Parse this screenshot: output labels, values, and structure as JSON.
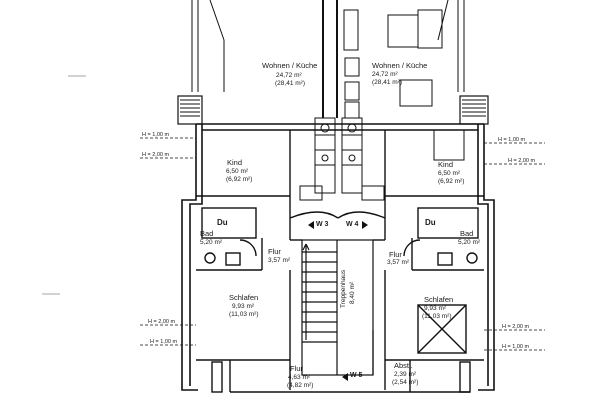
{
  "rooms": {
    "wohnen_left": {
      "name": "Wohnen / Küche",
      "area": "24,72 m²",
      "area2": "(28,41 m²)"
    },
    "wohnen_right": {
      "name": "Wohnen / Küche",
      "area": "24,72 m²",
      "area2": "(28,41 m²)"
    },
    "kind_left": {
      "name": "Kind",
      "area": "6,50 m²",
      "area2": "(6,92 m²)"
    },
    "kind_right": {
      "name": "Kind",
      "area": "6,50 m²",
      "area2": "(6,92 m²)"
    },
    "du_left": "Du",
    "du_right": "Du",
    "bad_left": {
      "name": "Bad",
      "area": "5,20 m²"
    },
    "bad_right": {
      "name": "Bad",
      "area": "5,20 m²"
    },
    "flur_left": {
      "name": "Flur",
      "area": "3,57 m²"
    },
    "flur_right": {
      "name": "Flur",
      "area": "3,57 m²"
    },
    "schlafen_left": {
      "name": "Schlafen",
      "area": "9,93 m²",
      "area2": "(11,03 m²)"
    },
    "schlafen_right": {
      "name": "Schlafen",
      "area": "9,93 m²",
      "area2": "(11,03 m²)"
    },
    "flur_bottom": {
      "name": "Flur",
      "area": "4,63 m²",
      "area2": "(4,82 m²)"
    },
    "abstl": {
      "name": "Abstl.",
      "area": "2,39 m²",
      "area2": "(2,54 m²)"
    },
    "treppenhaus": {
      "name": "Treppenhaus",
      "area": "8,40 m²"
    }
  },
  "units": {
    "w3": "W 3",
    "w4": "W 4",
    "w5": "W 5"
  },
  "levels": {
    "h100": "H = 1,00 m",
    "h200": "H = 2,00 m"
  }
}
